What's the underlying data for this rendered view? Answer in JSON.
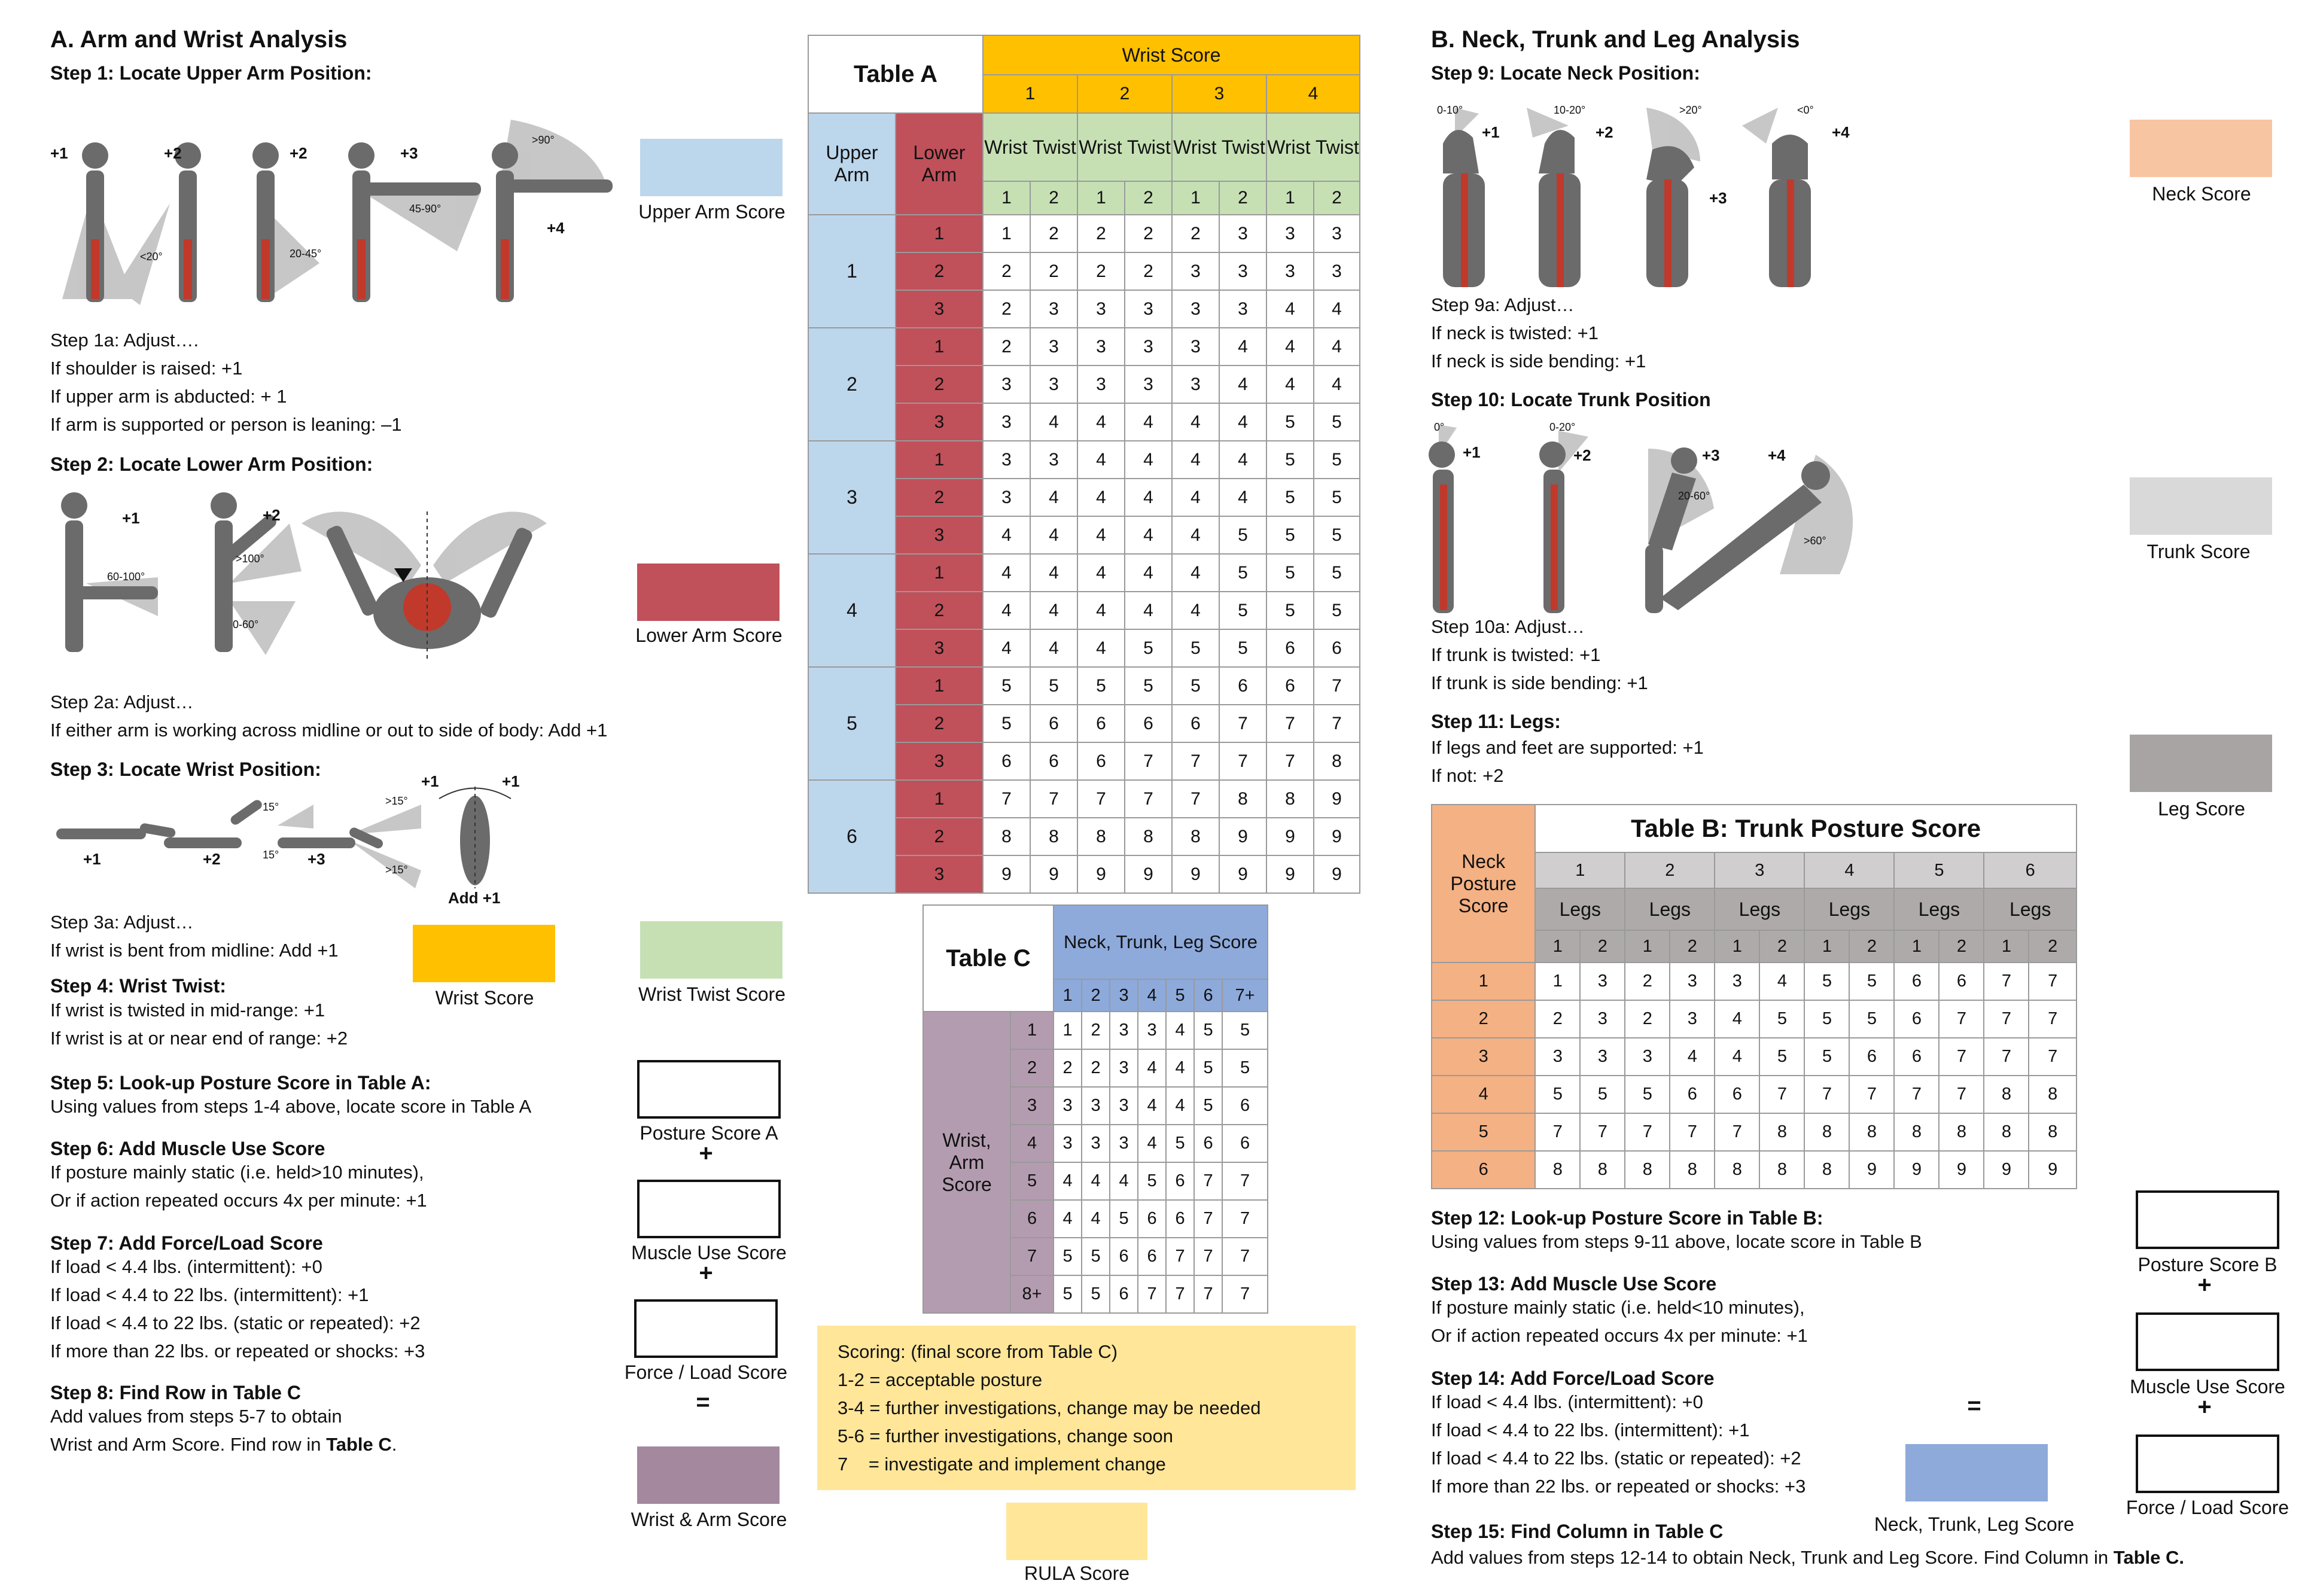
{
  "colors": {
    "upper_arm": "#bcd6ec",
    "lower_arm": "#c0505a",
    "wrist": "#ffc000",
    "wrist_twist": "#c6e0b4",
    "wrist_arm": "#a4889e",
    "neck": "#f8c5a2",
    "trunk": "#d9d9d9",
    "legs": "#a8a4a4",
    "neck_trunk_leg": "#8eaadb",
    "rula": "#ffe699",
    "neck_posture_col": "#f4b183",
    "wrist_arm_col": "#b49cb0",
    "table_c_header": "#8eaadb",
    "table_b_header": "#d0cece",
    "table_b_legs": "#aeaaaa"
  },
  "sectionA": {
    "title": "A. Arm and Wrist Analysis",
    "step1": "Step 1: Locate Upper Arm Position:",
    "step1_scores": [
      "+1",
      "+2",
      "+2",
      "+3",
      "+4"
    ],
    "step1_angles": [
      "<20°",
      "20-45°",
      "45-90°",
      ">90°"
    ],
    "step1a_lines": [
      "Step 1a: Adjust….",
      "If shoulder is raised: +1",
      "If upper arm is abducted: + 1",
      "If arm is supported or person is leaning: –1"
    ],
    "step2": "Step 2: Locate Lower Arm Position:",
    "step2_scores": [
      "+1",
      "+2"
    ],
    "step2_angles": [
      "60-100°",
      ">100°",
      "0-60°"
    ],
    "step2a_lines": [
      "Step 2a: Adjust…",
      "If either arm is working across midline or out to side of body: Add +1"
    ],
    "step3": "Step 3: Locate Wrist Position:",
    "step3_scores": [
      "+1",
      "+2",
      "+3",
      "+1",
      "+1"
    ],
    "step3_angles": [
      "15°",
      "15°",
      ">15°",
      ">15°"
    ],
    "step3_add": "Add +1",
    "step3a_lines": [
      "Step 3a: Adjust…",
      "If wrist is bent from midline: Add +1"
    ],
    "step4": "Step 4: Wrist Twist:",
    "step4_lines": [
      "If wrist is twisted in mid-range: +1",
      "If wrist is at or near end of range: +2"
    ],
    "step5": "Step 5: Look-up Posture Score in Table A:",
    "step5_lines": [
      "Using values from steps 1-4 above, locate score in Table A"
    ],
    "step6": "Step 6: Add Muscle Use Score",
    "step6_lines": [
      "If posture mainly static (i.e. held>10 minutes),",
      "Or if action repeated occurs 4x per minute: +1"
    ],
    "step7": "Step 7: Add Force/Load Score",
    "step7_lines": [
      "If load < 4.4 lbs. (intermittent): +0",
      "If load < 4.4 to 22 lbs. (intermittent): +1",
      "If load < 4.4 to 22 lbs. (static or repeated): +2",
      "If more than 22 lbs. or repeated or shocks: +3"
    ],
    "step8": "Step 8: Find Row in Table C",
    "step8_line1": "Add values from steps 5-7 to obtain",
    "step8_line2_pre": "Wrist and Arm Score. Find row in ",
    "step8_line2_bold": "Table C",
    "step8_line2_post": ".",
    "labels": {
      "upper_arm": "Upper Arm Score",
      "lower_arm": "Lower Arm Score",
      "wrist": "Wrist Score",
      "wrist_twist": "Wrist Twist Score",
      "posture_a": "Posture Score A",
      "muscle": "Muscle Use Score",
      "force": "Force / Load Score",
      "wrist_arm": "Wrist & Arm Score"
    },
    "plus": "+",
    "equals": "="
  },
  "tableA": {
    "title": "Table A",
    "wrist_score": "Wrist Score",
    "wrist_cols": [
      "1",
      "2",
      "3",
      "4"
    ],
    "upper_arm": "Upper Arm",
    "lower_arm": "Lower Arm",
    "wrist_twist": "Wrist Twist",
    "twist_cols": [
      "1",
      "2"
    ],
    "upper_values": [
      "1",
      "2",
      "3",
      "4",
      "5",
      "6"
    ],
    "lower_values": [
      "1",
      "2",
      "3"
    ],
    "rows": [
      [
        "1",
        "2",
        "2",
        "2",
        "2",
        "3",
        "3",
        "3"
      ],
      [
        "2",
        "2",
        "2",
        "2",
        "3",
        "3",
        "3",
        "3"
      ],
      [
        "2",
        "3",
        "3",
        "3",
        "3",
        "3",
        "4",
        "4"
      ],
      [
        "2",
        "3",
        "3",
        "3",
        "3",
        "4",
        "4",
        "4"
      ],
      [
        "3",
        "3",
        "3",
        "3",
        "3",
        "4",
        "4",
        "4"
      ],
      [
        "3",
        "4",
        "4",
        "4",
        "4",
        "4",
        "5",
        "5"
      ],
      [
        "3",
        "3",
        "4",
        "4",
        "4",
        "4",
        "5",
        "5"
      ],
      [
        "3",
        "4",
        "4",
        "4",
        "4",
        "4",
        "5",
        "5"
      ],
      [
        "4",
        "4",
        "4",
        "4",
        "4",
        "5",
        "5",
        "5"
      ],
      [
        "4",
        "4",
        "4",
        "4",
        "4",
        "5",
        "5",
        "5"
      ],
      [
        "4",
        "4",
        "4",
        "4",
        "4",
        "5",
        "5",
        "5"
      ],
      [
        "4",
        "4",
        "4",
        "5",
        "5",
        "5",
        "6",
        "6"
      ],
      [
        "5",
        "5",
        "5",
        "5",
        "5",
        "6",
        "6",
        "7"
      ],
      [
        "5",
        "6",
        "6",
        "6",
        "6",
        "7",
        "7",
        "7"
      ],
      [
        "6",
        "6",
        "6",
        "7",
        "7",
        "7",
        "7",
        "8"
      ],
      [
        "7",
        "7",
        "7",
        "7",
        "7",
        "8",
        "8",
        "9"
      ],
      [
        "8",
        "8",
        "8",
        "8",
        "8",
        "9",
        "9",
        "9"
      ],
      [
        "9",
        "9",
        "9",
        "9",
        "9",
        "9",
        "9",
        "9"
      ]
    ]
  },
  "tableC": {
    "title": "Table C",
    "col_header": "Neck, Trunk, Leg Score",
    "cols": [
      "1",
      "2",
      "3",
      "4",
      "5",
      "6",
      "7+"
    ],
    "row_header": "Wrist, Arm Score",
    "row_labels": [
      "1",
      "2",
      "3",
      "4",
      "5",
      "6",
      "7",
      "8+"
    ],
    "rows": [
      [
        "1",
        "2",
        "3",
        "3",
        "4",
        "5",
        "5"
      ],
      [
        "2",
        "2",
        "3",
        "4",
        "4",
        "5",
        "5"
      ],
      [
        "3",
        "3",
        "3",
        "4",
        "4",
        "5",
        "6"
      ],
      [
        "3",
        "3",
        "3",
        "4",
        "5",
        "6",
        "6"
      ],
      [
        "4",
        "4",
        "4",
        "5",
        "6",
        "7",
        "7"
      ],
      [
        "4",
        "4",
        "5",
        "6",
        "6",
        "7",
        "7"
      ],
      [
        "5",
        "5",
        "6",
        "6",
        "7",
        "7",
        "7"
      ],
      [
        "5",
        "5",
        "6",
        "7",
        "7",
        "7",
        "7"
      ]
    ]
  },
  "scoring": {
    "lines": [
      "Scoring: (final score from Table C)",
      "1-2 = acceptable posture",
      "3-4 = further investigations, change may be needed",
      "5-6 = further investigations, change soon",
      "7    = investigate and implement change"
    ],
    "rula_label": "RULA Score"
  },
  "sectionB": {
    "title": "B. Neck, Trunk and Leg Analysis",
    "step9": "Step 9: Locate Neck Position:",
    "step9_scores": [
      "+1",
      "+2",
      "+3",
      "+4"
    ],
    "step9_angles": [
      "0-10°",
      "10-20°",
      ">20°",
      "<0°"
    ],
    "step9a_lines": [
      "Step 9a: Adjust…",
      "If neck is twisted: +1",
      "If neck is side bending: +1"
    ],
    "step10": "Step 10: Locate Trunk Position",
    "step10_scores": [
      "+1",
      "+2",
      "+3",
      "+4"
    ],
    "step10_angles": [
      "0°",
      "0-20°",
      "20-60°",
      ">60°"
    ],
    "step10a_lines": [
      "Step 10a: Adjust…",
      "If trunk is twisted: +1",
      "If trunk is side bending: +1"
    ],
    "step11": "Step 11: Legs:",
    "step11_lines": [
      "If legs and feet are supported: +1",
      "If not: +2"
    ],
    "step12": "Step 12: Look-up Posture Score in Table B:",
    "step12_lines": [
      "Using values from steps 9-11 above, locate score in Table B"
    ],
    "step13": "Step 13: Add Muscle Use Score",
    "step13_lines": [
      "If posture mainly static (i.e. held<10 minutes),",
      "Or if action repeated occurs 4x per minute: +1"
    ],
    "step14": "Step 14: Add Force/Load Score",
    "step14_lines": [
      "If load < 4.4 lbs. (intermittent): +0",
      "If load < 4.4 to 22 lbs. (intermittent): +1",
      "If load < 4.4 to 22 lbs. (static or repeated): +2",
      "If more than 22 lbs. or repeated or shocks: +3"
    ],
    "step15": "Step 15: Find Column in Table C",
    "step15_pre": "Add values from steps 12-14 to obtain Neck, Trunk and Leg Score. Find Column in ",
    "step15_bold": "Table C.",
    "labels": {
      "neck": "Neck Score",
      "trunk": "Trunk Score",
      "legs": "Leg Score",
      "posture_b": "Posture Score B",
      "muscle": "Muscle Use Score",
      "force": "Force / Load Score",
      "ntl": "Neck, Trunk, Leg Score"
    },
    "plus": "+",
    "equals": "="
  },
  "tableB": {
    "title": "Table B: Trunk Posture Score",
    "neck_header": "Neck Posture Score",
    "trunk_cols": [
      "1",
      "2",
      "3",
      "4",
      "5",
      "6"
    ],
    "legs": "Legs",
    "leg_cols": [
      "1",
      "2"
    ],
    "row_labels": [
      "1",
      "2",
      "3",
      "4",
      "5",
      "6"
    ],
    "rows": [
      [
        "1",
        "3",
        "2",
        "3",
        "3",
        "4",
        "5",
        "5",
        "6",
        "6",
        "7",
        "7"
      ],
      [
        "2",
        "3",
        "2",
        "3",
        "4",
        "5",
        "5",
        "5",
        "6",
        "7",
        "7",
        "7"
      ],
      [
        "3",
        "3",
        "3",
        "4",
        "4",
        "5",
        "5",
        "6",
        "6",
        "7",
        "7",
        "7"
      ],
      [
        "5",
        "5",
        "5",
        "6",
        "6",
        "7",
        "7",
        "7",
        "7",
        "7",
        "8",
        "8"
      ],
      [
        "7",
        "7",
        "7",
        "7",
        "7",
        "8",
        "8",
        "8",
        "8",
        "8",
        "8",
        "8"
      ],
      [
        "8",
        "8",
        "8",
        "8",
        "8",
        "8",
        "8",
        "9",
        "9",
        "9",
        "9",
        "9"
      ]
    ]
  }
}
